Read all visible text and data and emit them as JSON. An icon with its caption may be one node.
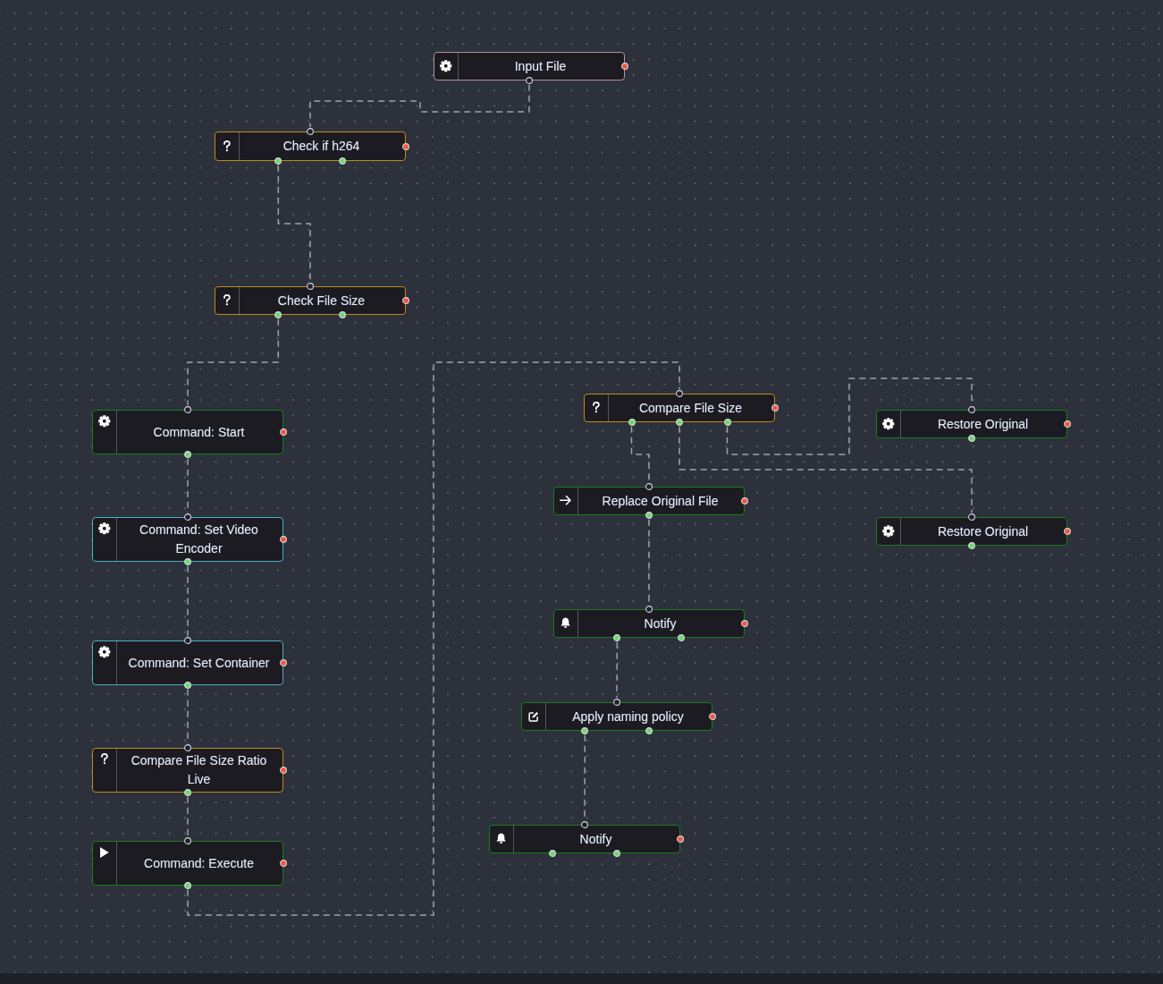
{
  "diagram": {
    "nodes": [
      {
        "text": [
          "Input File"
        ]
      },
      {
        "text": [
          "Check if h264"
        ]
      },
      {
        "text": [
          "Check File Size"
        ]
      },
      {
        "text": [
          "Command: Start"
        ]
      },
      {
        "text": [
          "Command: Set Video Encoder"
        ]
      },
      {
        "text": [
          "Command: Set Container"
        ]
      },
      {
        "text": [
          "Compare File Size Ratio Live"
        ]
      },
      {
        "text": [
          "Command: Execute"
        ]
      },
      {
        "text": [
          "Compare File Size"
        ]
      },
      {
        "text": [
          "Restore Original"
        ]
      },
      {
        "text": [
          "Replace Original File"
        ]
      },
      {
        "text": [
          "Restore Original"
        ]
      },
      {
        "text": [
          "Notify"
        ]
      },
      {
        "text": [
          "Apply naming policy"
        ]
      },
      {
        "text": [
          "Notify"
        ]
      }
    ],
    "edges": [
      {
        "from": 0,
        "to": 1,
        "arrow": "none",
        "style": "dashed"
      },
      {
        "from": 1,
        "to": 2,
        "arrow": "none",
        "style": "dashed"
      },
      {
        "from": 2,
        "to": 3,
        "arrow": "none",
        "style": "dashed"
      },
      {
        "from": 3,
        "to": 4,
        "arrow": "none",
        "style": "dashed"
      },
      {
        "from": 4,
        "to": 5,
        "arrow": "none",
        "style": "dashed"
      },
      {
        "from": 5,
        "to": 6,
        "arrow": "none",
        "style": "dashed"
      },
      {
        "from": 6,
        "to": 7,
        "arrow": "none",
        "style": "dashed"
      },
      {
        "from": 7,
        "to": 8,
        "arrow": "none",
        "style": "dashed"
      },
      {
        "from": 8,
        "to": 10,
        "arrow": "none",
        "style": "dashed"
      },
      {
        "from": 8,
        "to": 9,
        "arrow": "none",
        "style": "dashed"
      },
      {
        "from": 8,
        "to": 11,
        "arrow": "none",
        "style": "dashed"
      },
      {
        "from": 10,
        "to": 12,
        "arrow": "none",
        "style": "dashed"
      },
      {
        "from": 12,
        "to": 13,
        "arrow": "none",
        "style": "dashed"
      },
      {
        "from": 13,
        "to": 14,
        "arrow": "none",
        "style": "dashed"
      }
    ]
  }
}
